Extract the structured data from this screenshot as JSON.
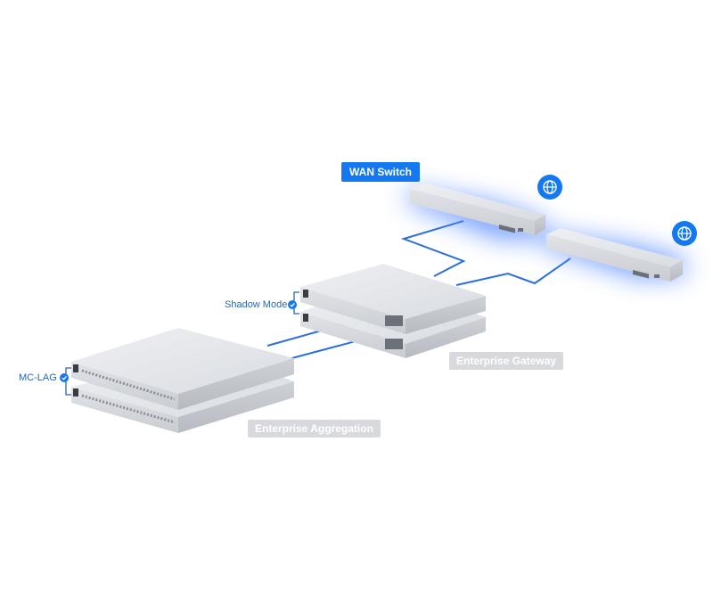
{
  "labels": {
    "wan_switch": "WAN Switch",
    "enterprise_gateway": "Enterprise Gateway",
    "enterprise_aggregation": "Enterprise Aggregation",
    "shadow_mode": "Shadow Mode",
    "mc_lag": "MC-LAG"
  },
  "icons": {
    "internet": "globe-icon",
    "link": "link-check-icon"
  },
  "colors": {
    "accent": "#1478f0",
    "link_line": "#2a6fdb",
    "label_text": "#2f64ad",
    "glow": "#5a8cff",
    "device_body": "#e3e5e9",
    "tag_gray": "#d7d9dd"
  }
}
